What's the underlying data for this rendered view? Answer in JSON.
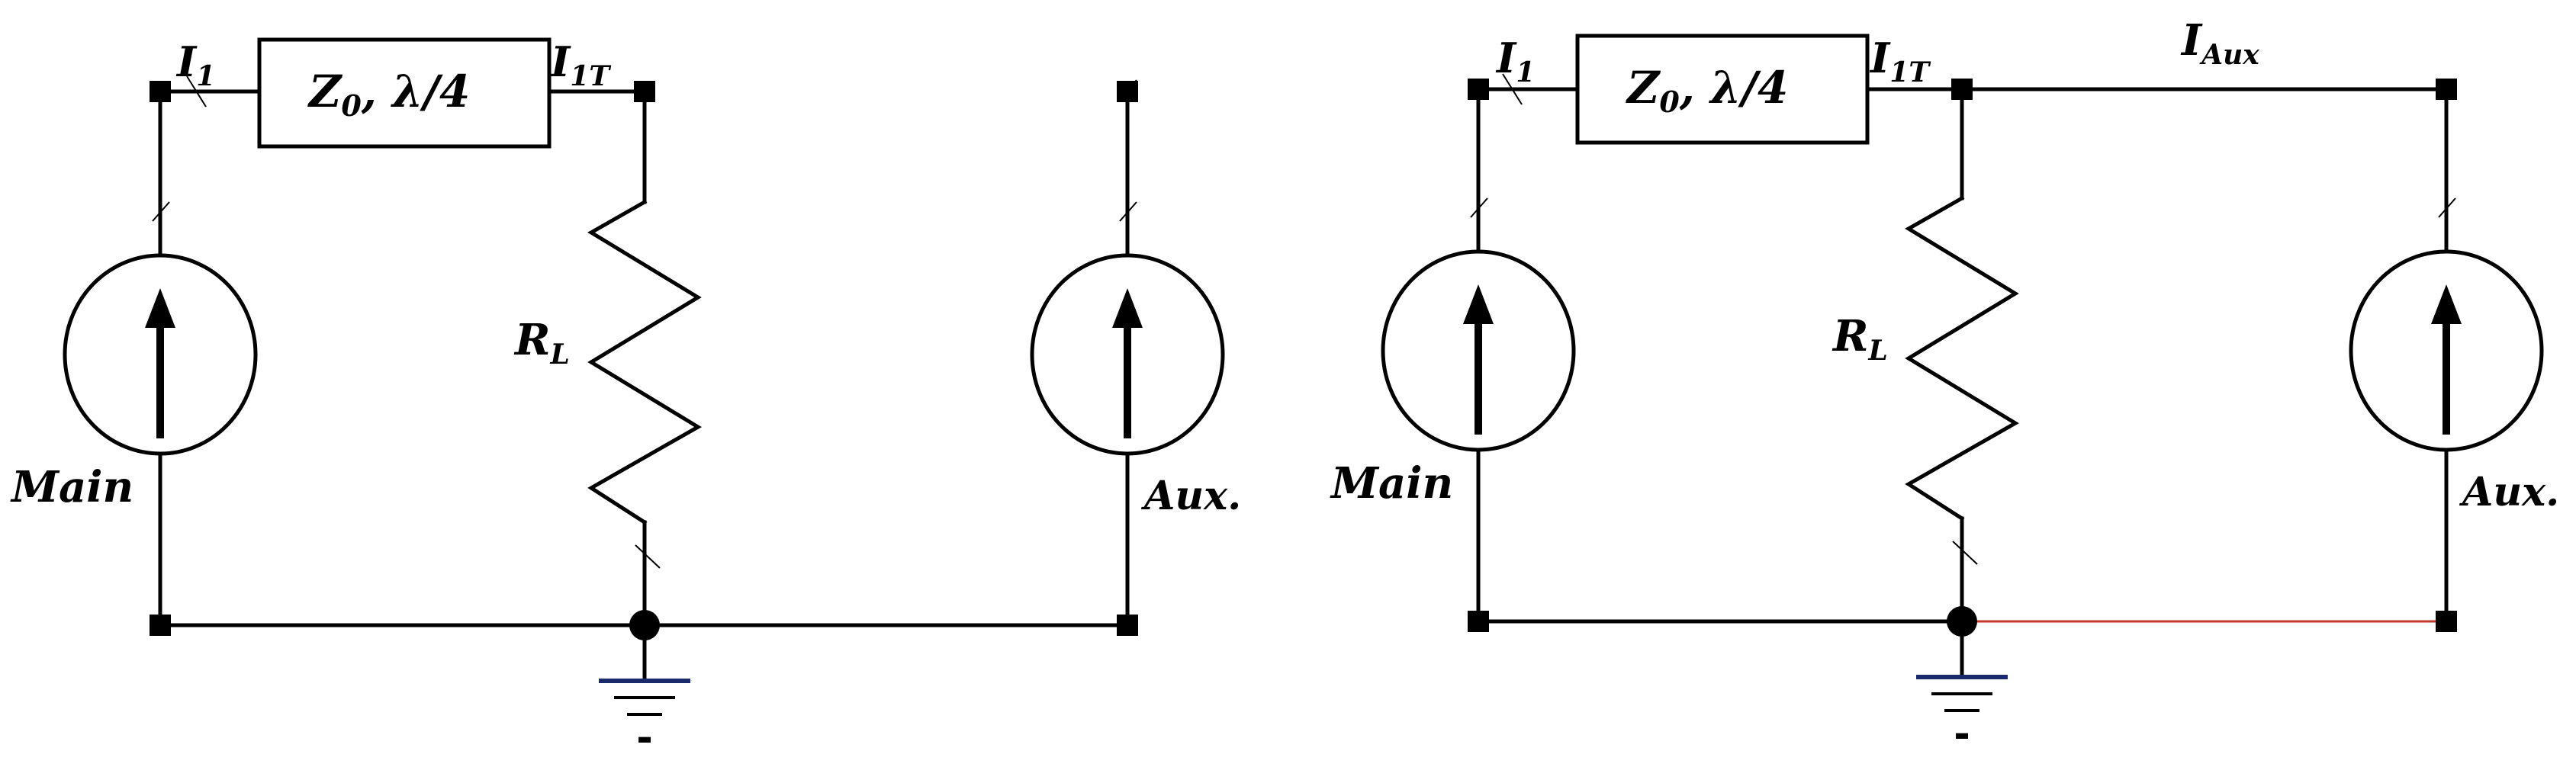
{
  "colors": {
    "wire": "#000000",
    "ground_bar": "#1a2a6c",
    "red_wire": "#c0392b"
  },
  "left_circuit": {
    "current_in": "I",
    "current_in_sub": "1",
    "line_label": "Z",
    "line_label_sub": "0",
    "line_label_rest": ", λ/4",
    "current_out": "I",
    "current_out_sub": "1T",
    "load": "R",
    "load_sub": "L",
    "main_label": "Main",
    "aux_label": "Aux.",
    "ground_minus": "-"
  },
  "right_circuit": {
    "current_in": "I",
    "current_in_sub": "1",
    "line_label": "Z",
    "line_label_sub": "0",
    "line_label_rest": ", λ/4",
    "current_out": "I",
    "current_out_sub": "1T",
    "aux_current": "I",
    "aux_current_sub": "Aux",
    "load": "R",
    "load_sub": "L",
    "main_label": "Main",
    "aux_label": "Aux.",
    "ground_minus": "-"
  }
}
